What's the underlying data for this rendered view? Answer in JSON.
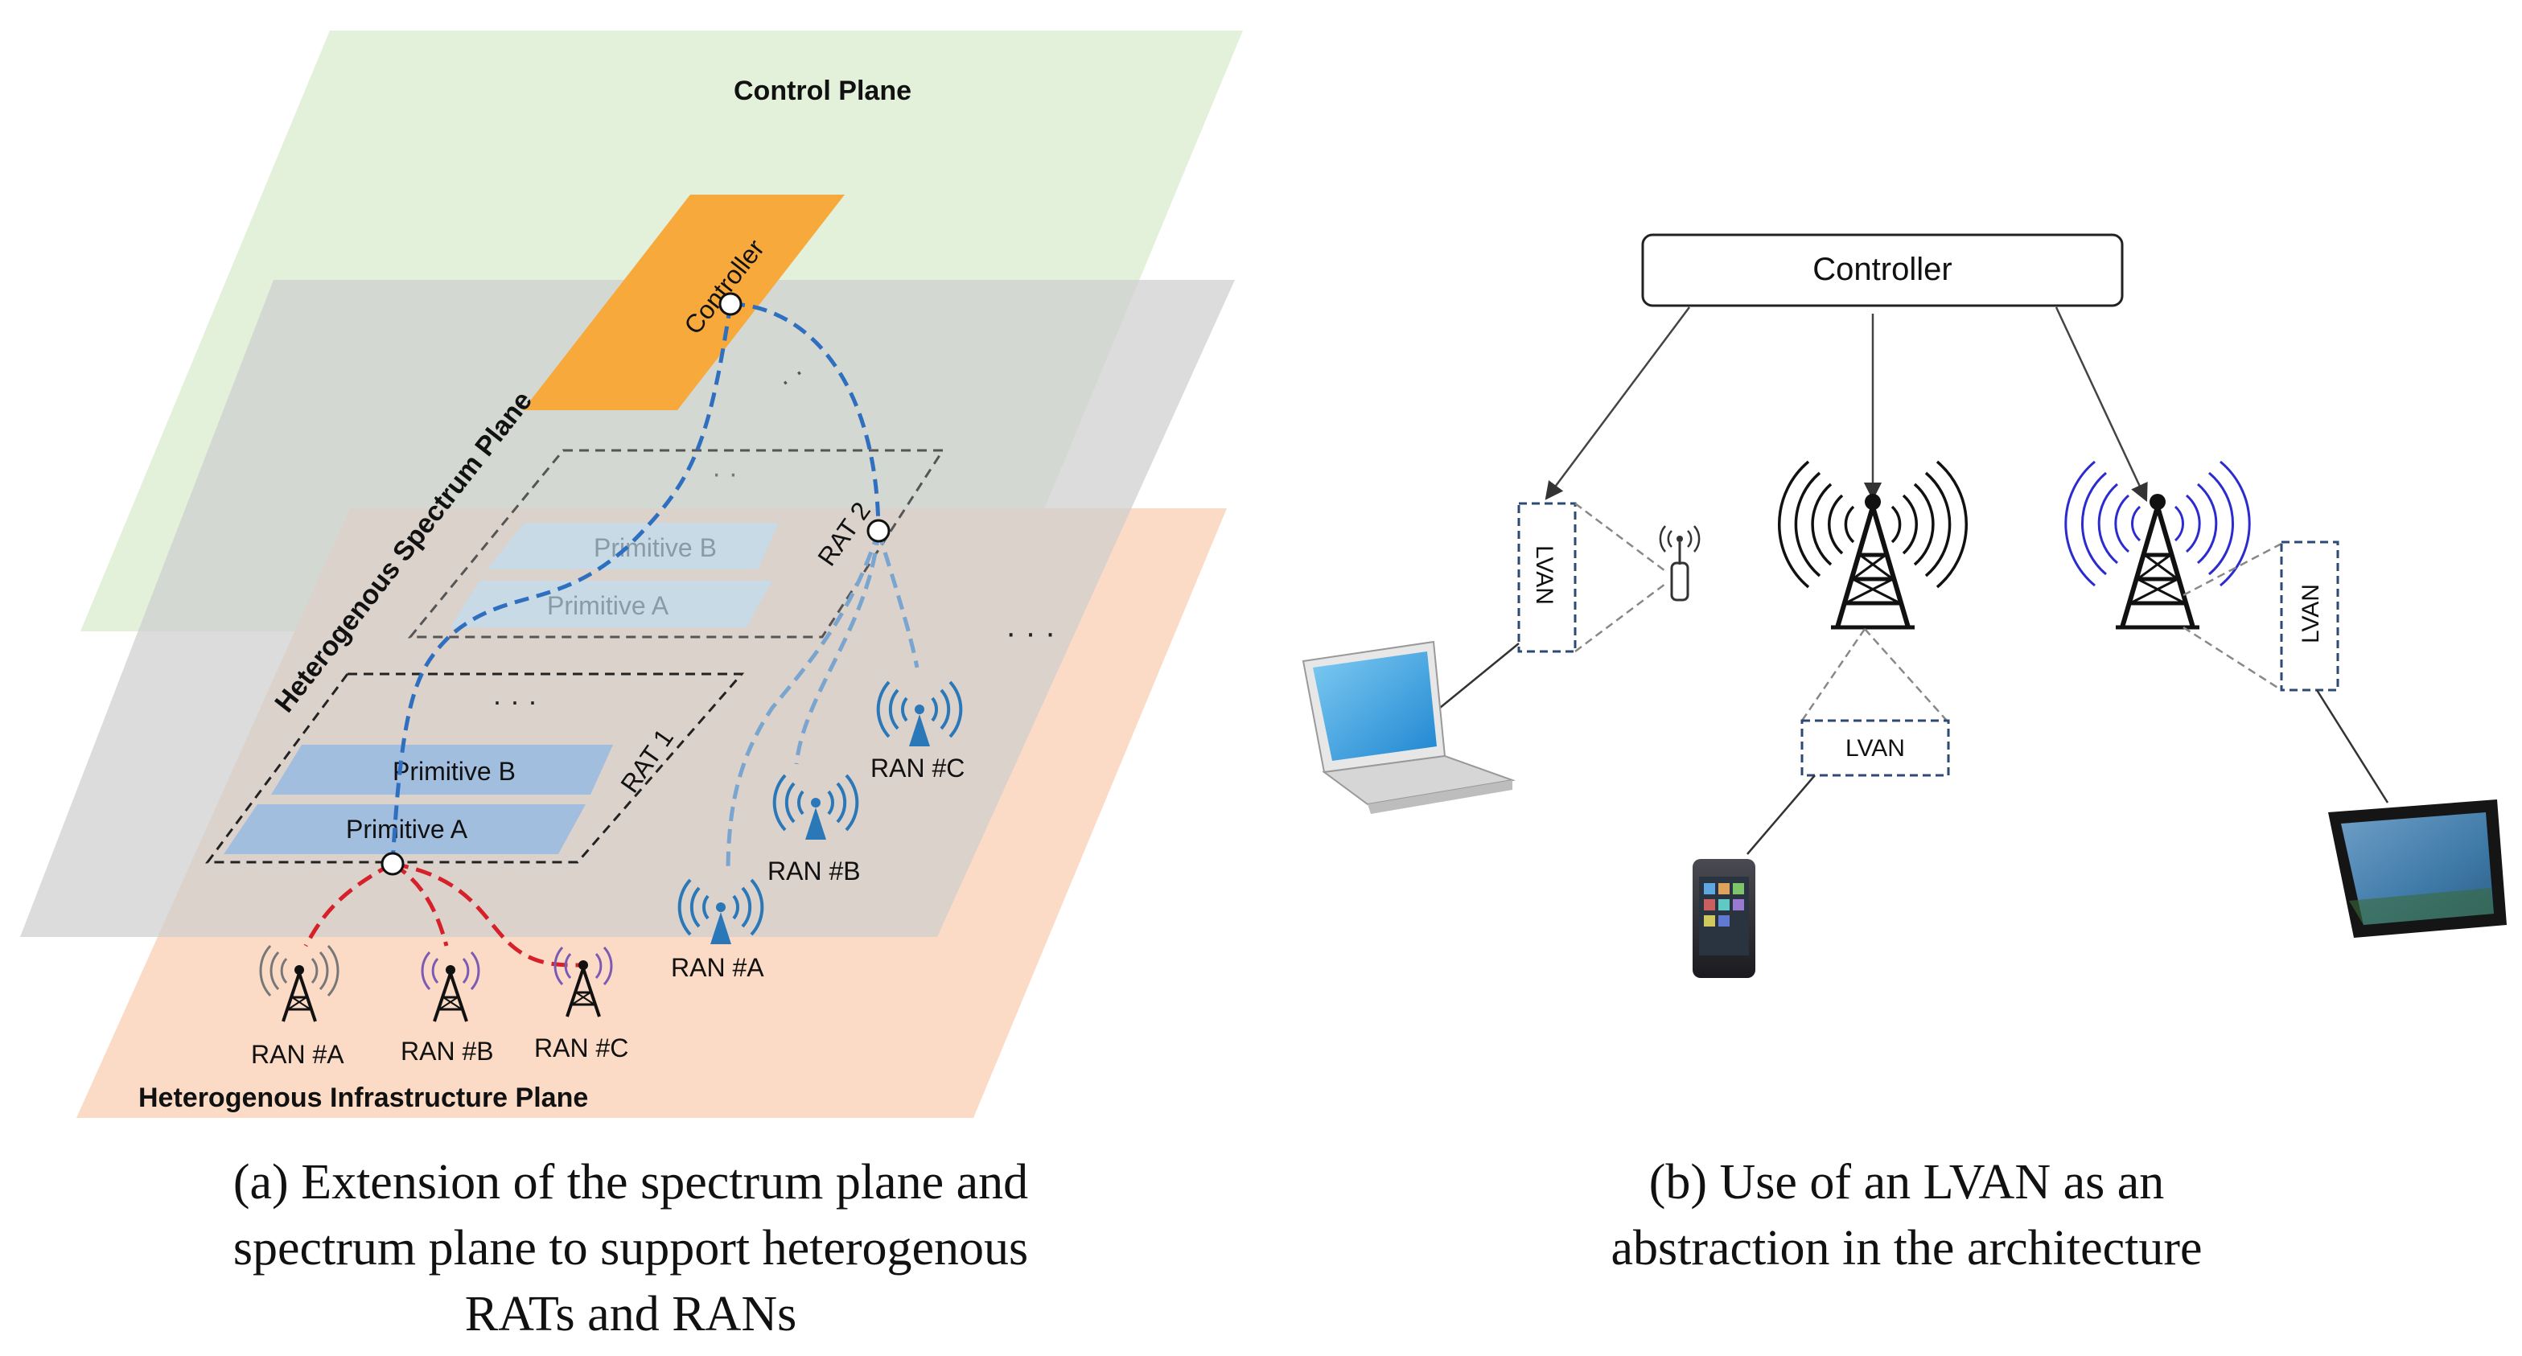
{
  "left": {
    "control_plane": "Control Plane",
    "controller": "Controller",
    "spectrum_plane": "Heterogenous Spectrum Plane",
    "infrastructure_plane": "Heterogenous Infrastructure Plane",
    "rat1": "RAT 1",
    "rat2": "RAT 2",
    "primitive_a": "Primitive A",
    "primitive_b": "Primitive B",
    "ran_a": "RAN #A",
    "ran_b": "RAN #B",
    "ran_c": "RAN #C",
    "caption_line1": "(a) Extension of the spectrum plane and",
    "caption_line2": "spectrum plane to support heterogenous",
    "caption_line3": "RATs and RANs"
  },
  "right": {
    "controller": "Controller",
    "lvan": "LVAN",
    "caption_line1": "(b) Use of an LVAN as an",
    "caption_line2": "abstraction in the architecture"
  },
  "colors": {
    "control_plane": "#e3f0da",
    "spectrum_plane": "#d9d9d9",
    "infrastructure_plane": "#fbd9c3",
    "controller": "#f7a93b",
    "primitive": "#9bbbe0",
    "blue_dashed": "#2f6fc0",
    "red_dashed": "#d6202a",
    "ran_blue": "#2b78b8",
    "purple": "#7c59b5"
  }
}
